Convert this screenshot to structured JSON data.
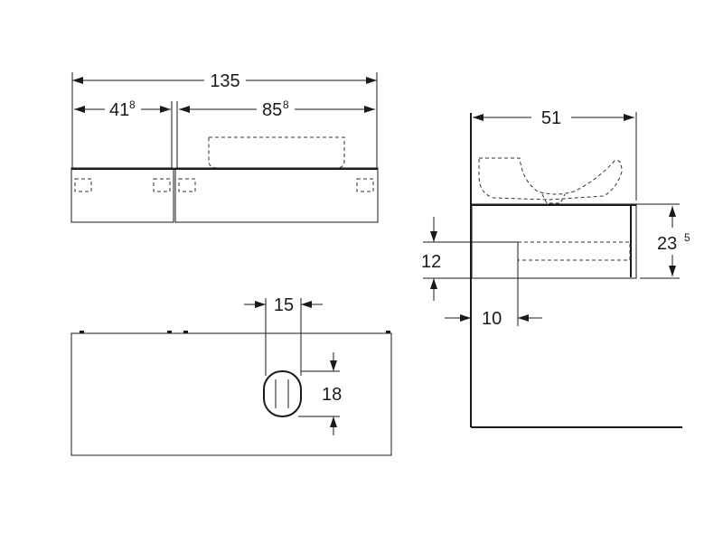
{
  "dimensions": {
    "total_width": "135",
    "left_width_main": "41",
    "left_width_sup": "8",
    "right_width_main": "85",
    "right_width_sup": "8",
    "depth": "51",
    "height_main": "23",
    "height_sup": "5",
    "drain_offset_height": "12",
    "drain_offset_depth": "10",
    "cutout_width": "15",
    "cutout_height": "18"
  },
  "colors": {
    "line": "#1a1a1a",
    "background": "#ffffff"
  }
}
